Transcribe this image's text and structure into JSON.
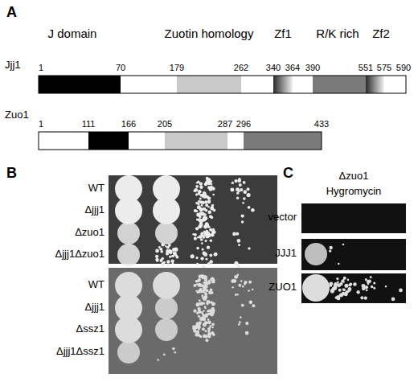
{
  "diagram": {
    "labels": [
      "A",
      "J domain",
      "Zuotin homology",
      "Zf1",
      "R/K rich",
      "Zf2",
      "Jjj1",
      "1",
      "70",
      "179",
      "262",
      "340",
      "364",
      "390",
      "551",
      "575",
      "590",
      "Zuo1",
      "1",
      "111",
      "166",
      "205",
      "287",
      "296",
      "433",
      "B",
      "WT",
      "Δjjj1",
      "Δzuo1",
      "Δjjj1Δzuo1",
      "WT",
      "Δjjj1",
      "Δssz1",
      "Δjjj1Δssz1",
      "C",
      "Δzuo1",
      "Hygromycin",
      "vector",
      "JJJ1",
      "ZUO1"
    ]
  }
}
